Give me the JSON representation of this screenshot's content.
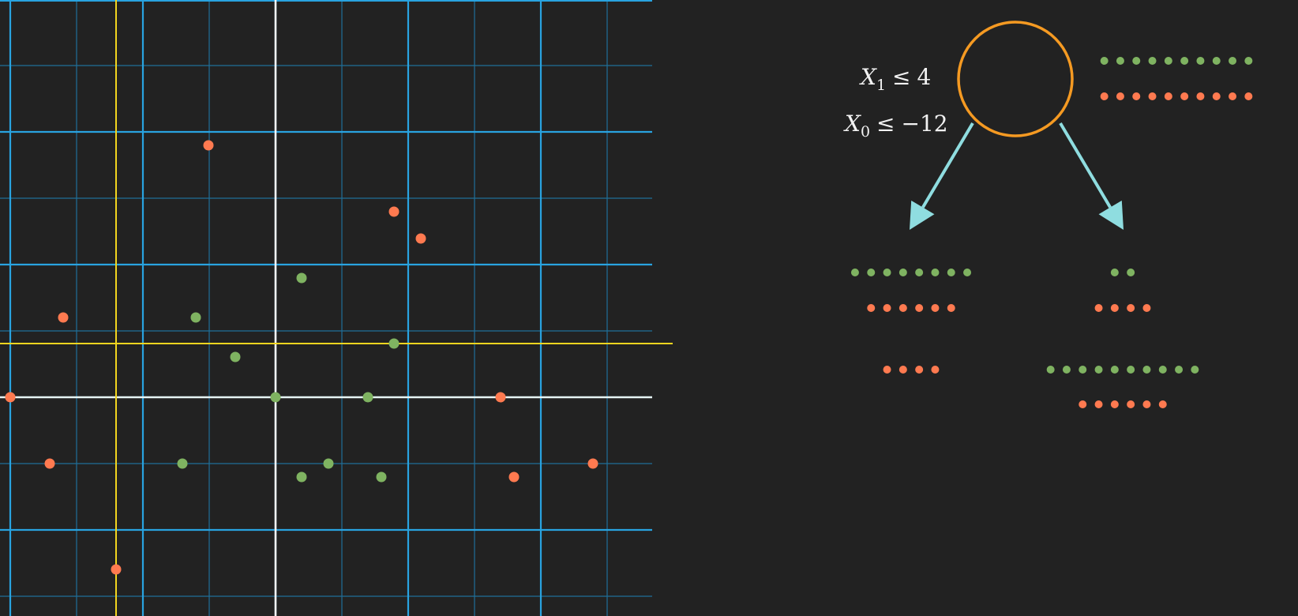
{
  "colors": {
    "background": "#222222",
    "grid_major": "#29a3e0",
    "grid_minor": "#1f6f99",
    "split_primary": "#ffffff",
    "split_secondary": "#f2d51f",
    "class_green": "#7fb361",
    "class_orange": "#ff7a50",
    "node_ring": "#f59a22",
    "arrow": "#8fdde0",
    "text": "#f2f2f2"
  },
  "conditions": [
    {
      "var": "X",
      "sub": "1",
      "op": "≤",
      "value": "4"
    },
    {
      "var": "X",
      "sub": "0",
      "op": "≤",
      "value": "−12"
    }
  ],
  "scatter_points": [
    {
      "cls": "orange"
    },
    {
      "cls": "orange"
    },
    {
      "cls": "orange"
    },
    {
      "cls": "green"
    },
    {
      "cls": "orange"
    },
    {
      "cls": "green"
    },
    {
      "cls": "green"
    },
    {
      "cls": "green"
    },
    {
      "cls": "orange"
    },
    {
      "cls": "green"
    },
    {
      "cls": "green"
    },
    {
      "cls": "orange"
    },
    {
      "cls": "orange"
    },
    {
      "cls": "green"
    },
    {
      "cls": "green"
    },
    {
      "cls": "green"
    },
    {
      "cls": "green"
    },
    {
      "cls": "orange"
    },
    {
      "cls": "orange"
    },
    {
      "cls": "orange"
    }
  ],
  "root_node": {
    "green_count": 10,
    "orange_count": 10
  },
  "left_child": {
    "green_count": 8,
    "orange_count": 6,
    "split_orange_count": 4
  },
  "right_child": {
    "green_count": 2,
    "orange_count": 4,
    "split_green_count": 10,
    "split_orange_count": 6
  }
}
